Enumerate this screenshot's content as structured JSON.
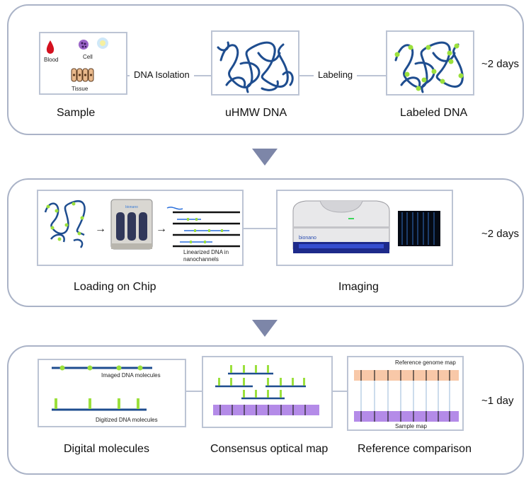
{
  "stage1": {
    "sample_caption": "Sample",
    "sample_items": {
      "blood": "Blood",
      "cell": "Cell",
      "tissue": "Tissue"
    },
    "isolation_label": "DNA Isolation",
    "uhmw_caption": "uHMW DNA",
    "labeling_label": "Labeling",
    "labeled_caption": "Labeled DNA",
    "duration": "~2 days"
  },
  "stage2": {
    "loading_caption": "Loading on Chip",
    "linearized_label": "Linearized DNA in\nnanochannels",
    "chip_brand": "bionano",
    "imaging_caption": "Imaging",
    "instrument_brand": "bionano",
    "duration": "~2 days"
  },
  "stage3": {
    "digital_caption": "Digital molecules",
    "imaged_label": "Imaged DNA molecules",
    "digitized_label": "Digitized DNA molecules",
    "consensus_caption": "Consensus optical map",
    "reference_caption": "Reference comparison",
    "ref_map_label": "Reference genome map",
    "sample_map_label": "Sample map",
    "duration": "~1 day"
  },
  "colors": {
    "panel_border": "#aab3c7",
    "dna_blue": "#1e4d8f",
    "label_green": "#9be03c",
    "reference_orange": "#f8c8a8",
    "sample_purple": "#b48be8",
    "arrow": "#7d86a8"
  }
}
